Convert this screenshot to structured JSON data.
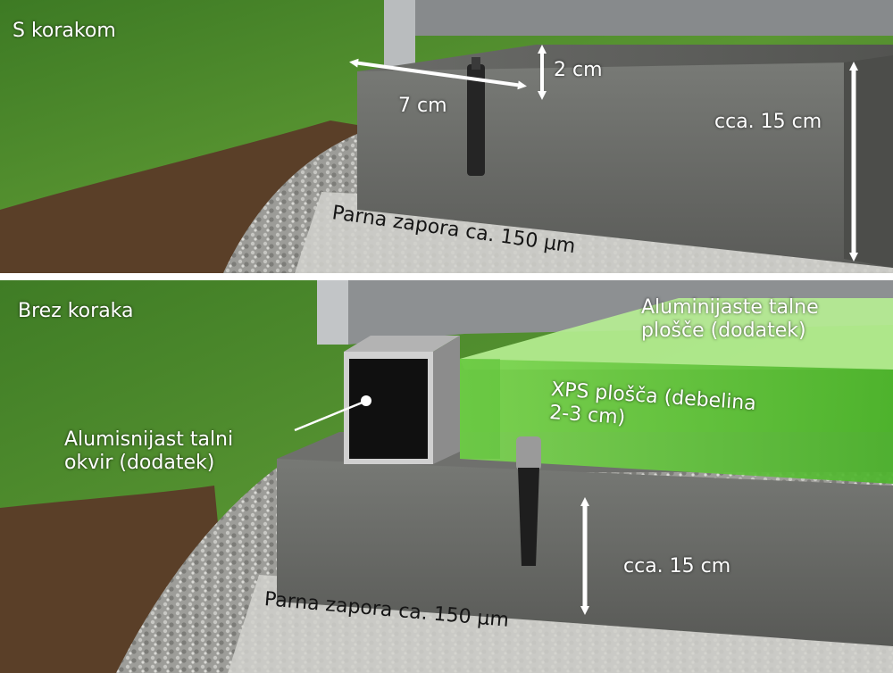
{
  "top_panel": {
    "title": "S korakom",
    "dim_width": "7 cm",
    "dim_step": "2 cm",
    "dim_height": "cca. 15 cm",
    "vapor_barrier": "Parna zapora ca. 150 µm"
  },
  "bottom_panel": {
    "title": "Brez koraka",
    "floor_plates": "Aluminijaste talne plošče (dodatek)",
    "xps_board": "XPS plošča (debelina 2-3 cm)",
    "frame": "Alumisnijast talni okvir (dodatek)",
    "dim_height": "cca. 15 cm",
    "vapor_barrier": "Parna zapora ca. 150 µm"
  },
  "colors": {
    "grass": "#4f8a2c",
    "soil": "#5a3f28",
    "gravel": "#a8a8a4",
    "concrete": "#6a6b68",
    "xps_green": "#8ee06a",
    "frame_black": "#101010",
    "arrow": "#ffffff"
  }
}
